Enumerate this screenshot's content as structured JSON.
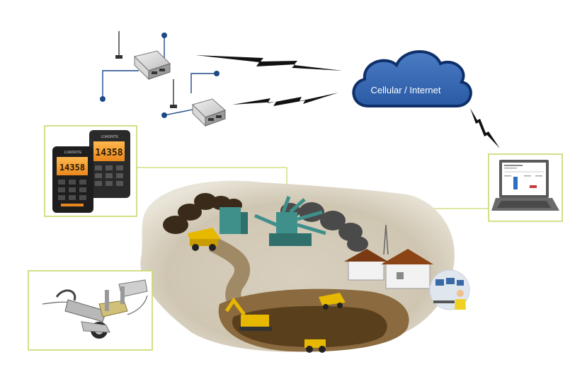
{
  "cloud": {
    "label": "Cellular / Internet",
    "fill_color": "#2d5ca8",
    "outline_color": "#0f2f6a"
  },
  "connector_color": "#c9d96a",
  "cable_color": "#1c4a86",
  "wireless_links": [
    {
      "name": "modem-1-link"
    },
    {
      "name": "modem-2-link"
    },
    {
      "name": "cloud-to-laptop-link"
    }
  ],
  "scale_display": {
    "brand": "LOADRITE",
    "readouts": [
      "14358",
      "14358"
    ]
  },
  "icons": [
    "cellular-modem-icon",
    "antenna-icon",
    "loader-scale-indicator-icon",
    "laptop-report-icon",
    "load-sensor-hardware-icon",
    "quarry-site-illustration",
    "operator-control-room-icon"
  ]
}
